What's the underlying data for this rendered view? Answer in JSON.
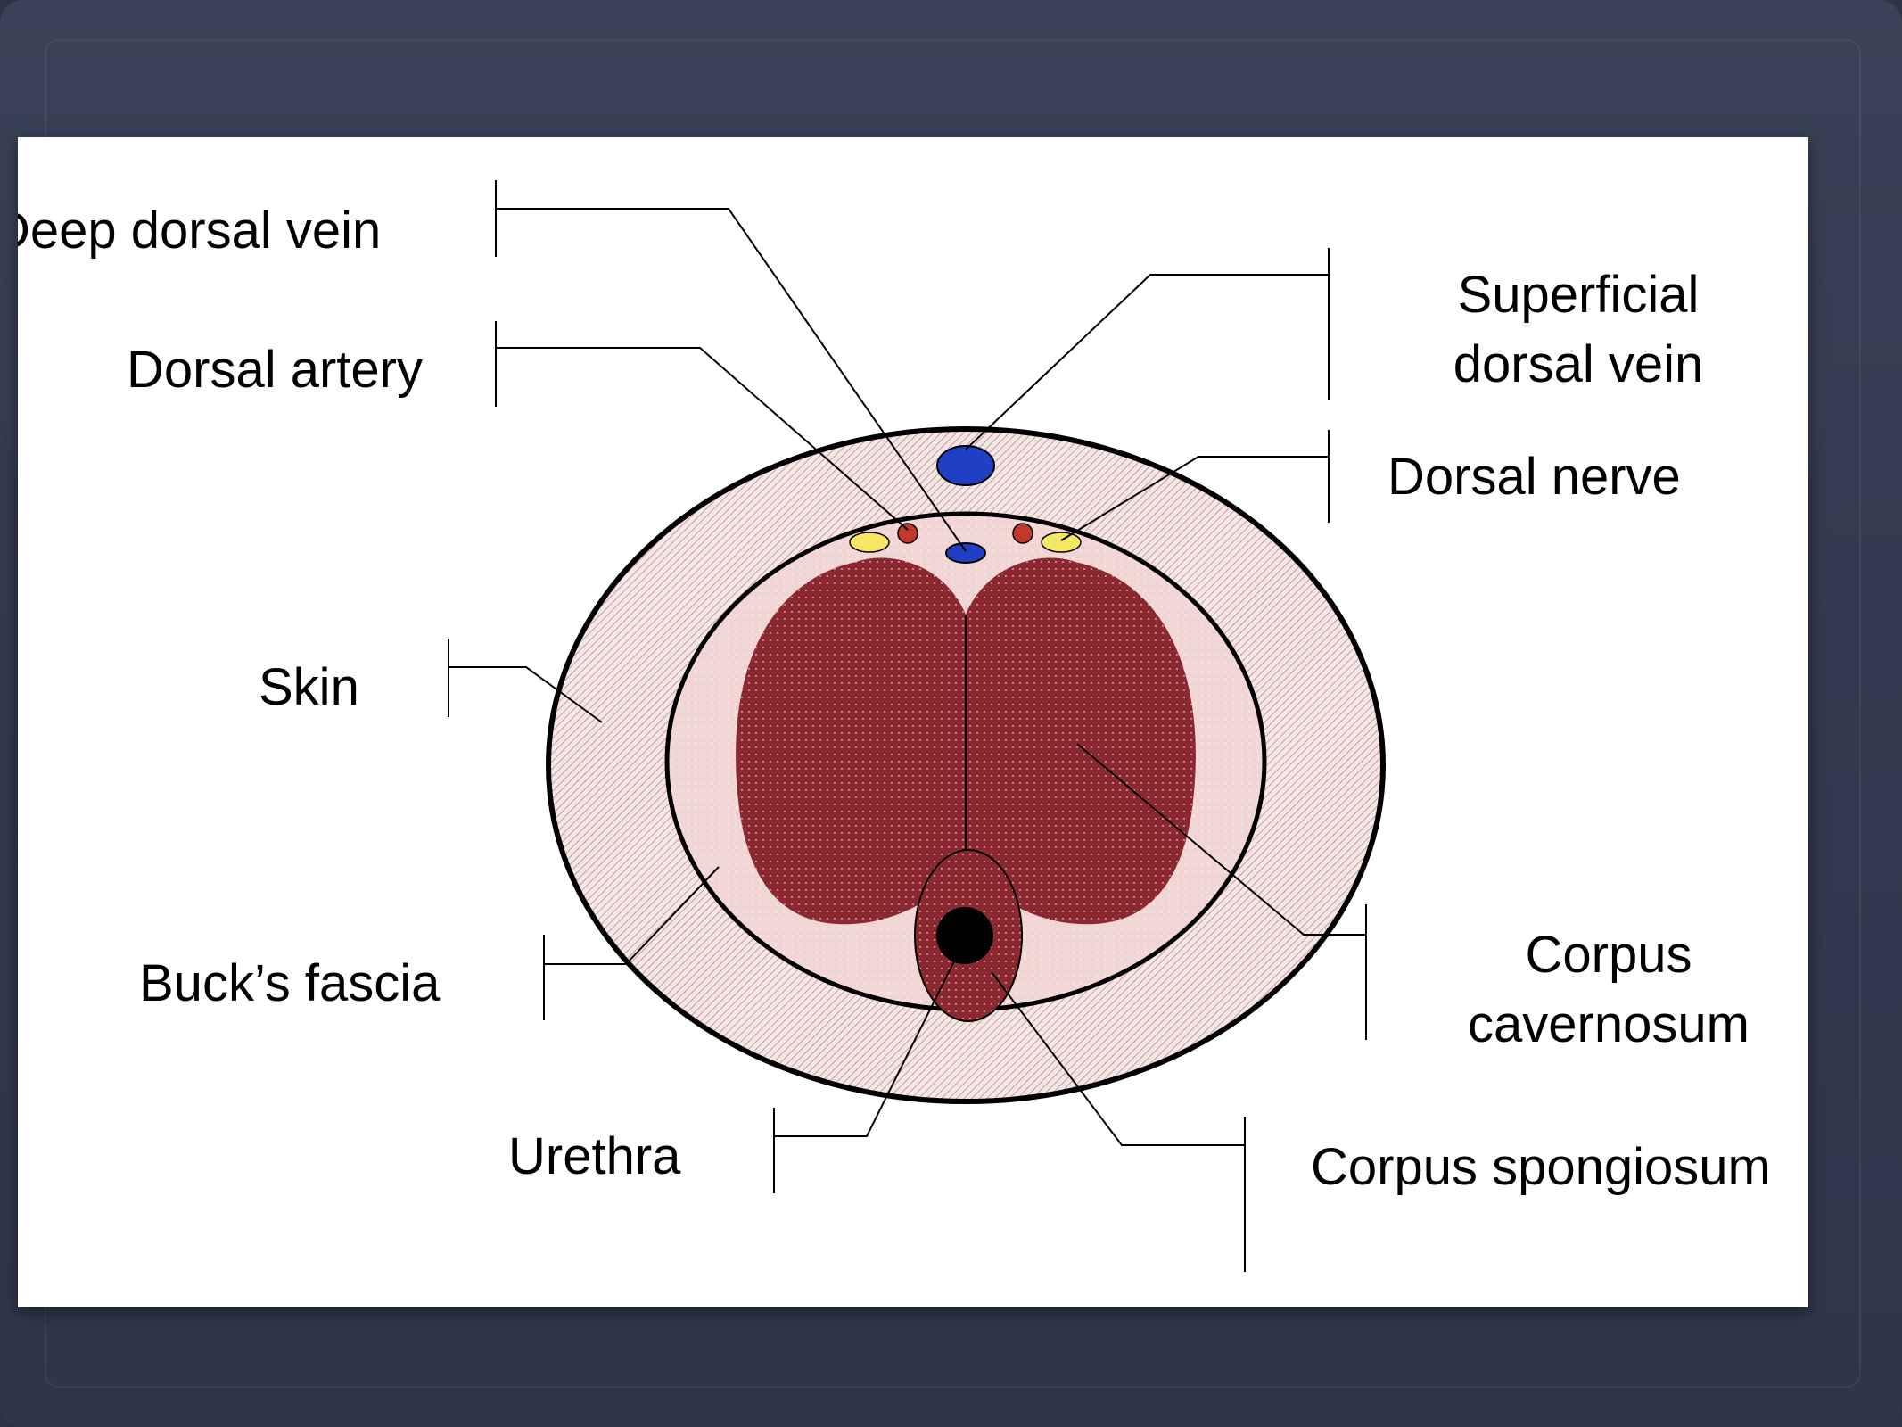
{
  "labels": {
    "deep_dorsal_vein": "Deep dorsal vein",
    "dorsal_artery": "Dorsal artery",
    "superficial_dorsal_vein_line1": "Superficial",
    "superficial_dorsal_vein_line2": "dorsal vein",
    "dorsal_nerve": "Dorsal nerve",
    "skin": "Skin",
    "bucks_fascia": "Buck’s fascia",
    "corpus_cavernosum_line1": "Corpus",
    "corpus_cavernosum_line2": "cavernosum",
    "urethra": "Urethra",
    "corpus_spongiosum": "Corpus spongiosum"
  },
  "colors": {
    "skin_fill": "#f2e2e2",
    "fascia_fill": "#f1d7d6",
    "cavernosum_fill": "#8e2a32",
    "vein_blue": "#1f3fc4",
    "artery_red": "#c0392b",
    "nerve_yellow": "#f5e663",
    "urethra_black": "#000000"
  }
}
